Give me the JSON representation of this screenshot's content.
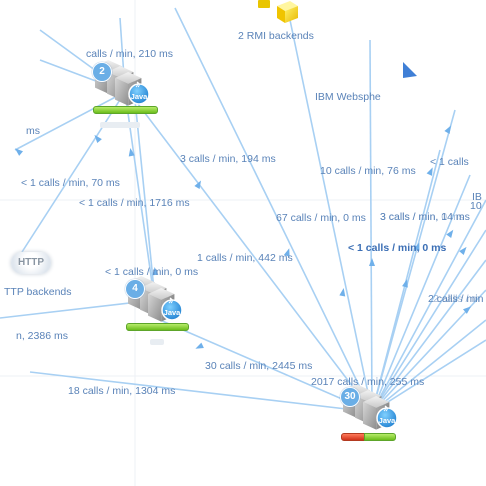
{
  "nodes": {
    "top_agent": {
      "badge": "2",
      "tech": "Java"
    },
    "mid_agent": {
      "badge": "4",
      "tech": "Java"
    },
    "bottom_agent": {
      "badge": "30",
      "tech": "Java"
    },
    "rmi_backends": "2 RMI backends",
    "ibm_websphere": "IBM Websphe",
    "http_backends": "TTP backends",
    "http_icon_text": "HTTP",
    "ib_fragment": "IB"
  },
  "edge_labels": {
    "l1": "calls / min, 210 ms",
    "l2": "ms",
    "l3": "3 calls / min, 194 ms",
    "l4": "< 1 calls / min, 70 ms",
    "l5": "< 1 calls / min, 1716 ms",
    "l6": "10 calls / min, 76 ms",
    "l7": "< 1 calls",
    "l8": "67 calls / min, 0 ms",
    "l9": "3 calls / min, 14 ms",
    "l10": "3 calls / min, 0 ms",
    "l11": "< 1 calls / min, 0 ms",
    "l12": "1 calls / min, 442 ms",
    "l13": "< 1 calls / min, 0 ms",
    "l14": "2 calls / min",
    "l15": "n, 2386 ms",
    "l16": "30 calls / min, 2445 ms",
    "l17": "2017 calls / min, 255 ms",
    "l18": "18 calls / min, 1304 ms",
    "l19": "10",
    "l20": "2 calls / m"
  }
}
